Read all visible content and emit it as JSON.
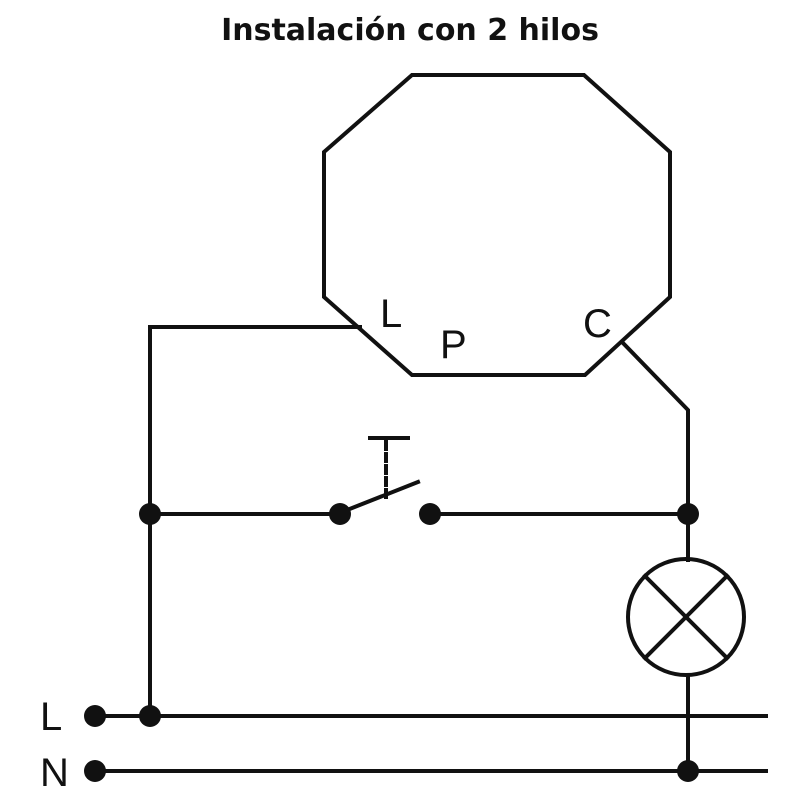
{
  "title": "Instalación con 2 hilos",
  "module": {
    "terminal_l": "L",
    "terminal_p": "P",
    "terminal_c": "C"
  },
  "lines": {
    "live": "L",
    "neutral": "N"
  },
  "colors": {
    "ink": "#111111",
    "background": "#ffffff"
  },
  "icons": {
    "switch": "pushbutton-switch-icon",
    "lamp": "lamp-icon"
  }
}
